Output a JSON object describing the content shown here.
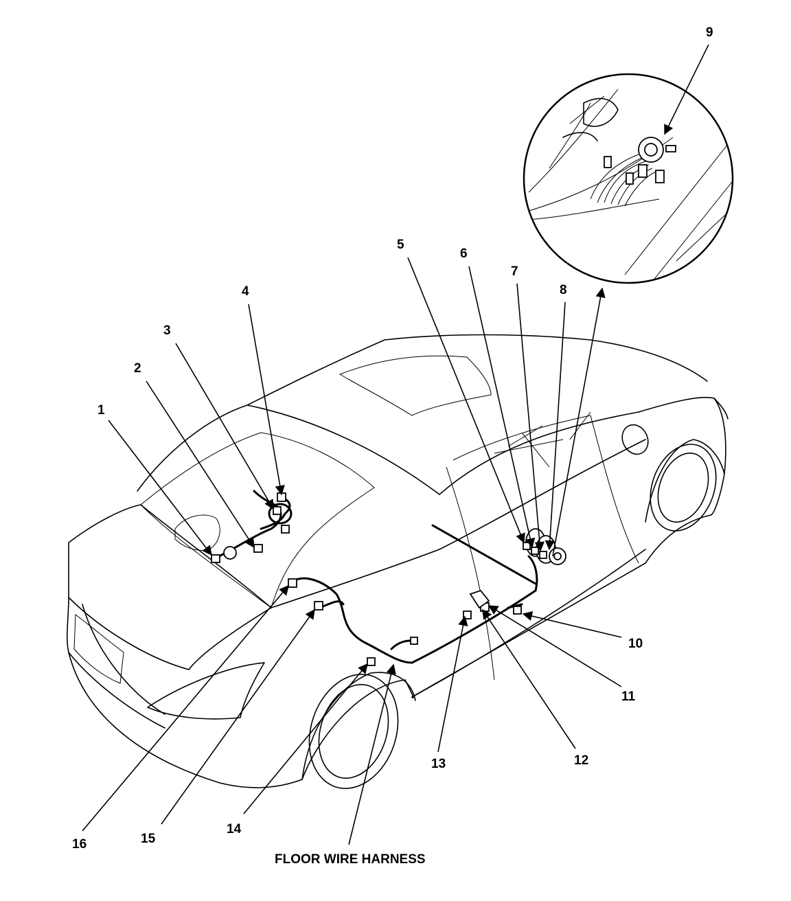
{
  "diagram": {
    "callouts": [
      "1",
      "2",
      "3",
      "4",
      "5",
      "6",
      "7",
      "8",
      "9",
      "10",
      "11",
      "12",
      "13",
      "14",
      "15",
      "16"
    ],
    "harness_label": "FLOOR WIRE HARNESS"
  }
}
